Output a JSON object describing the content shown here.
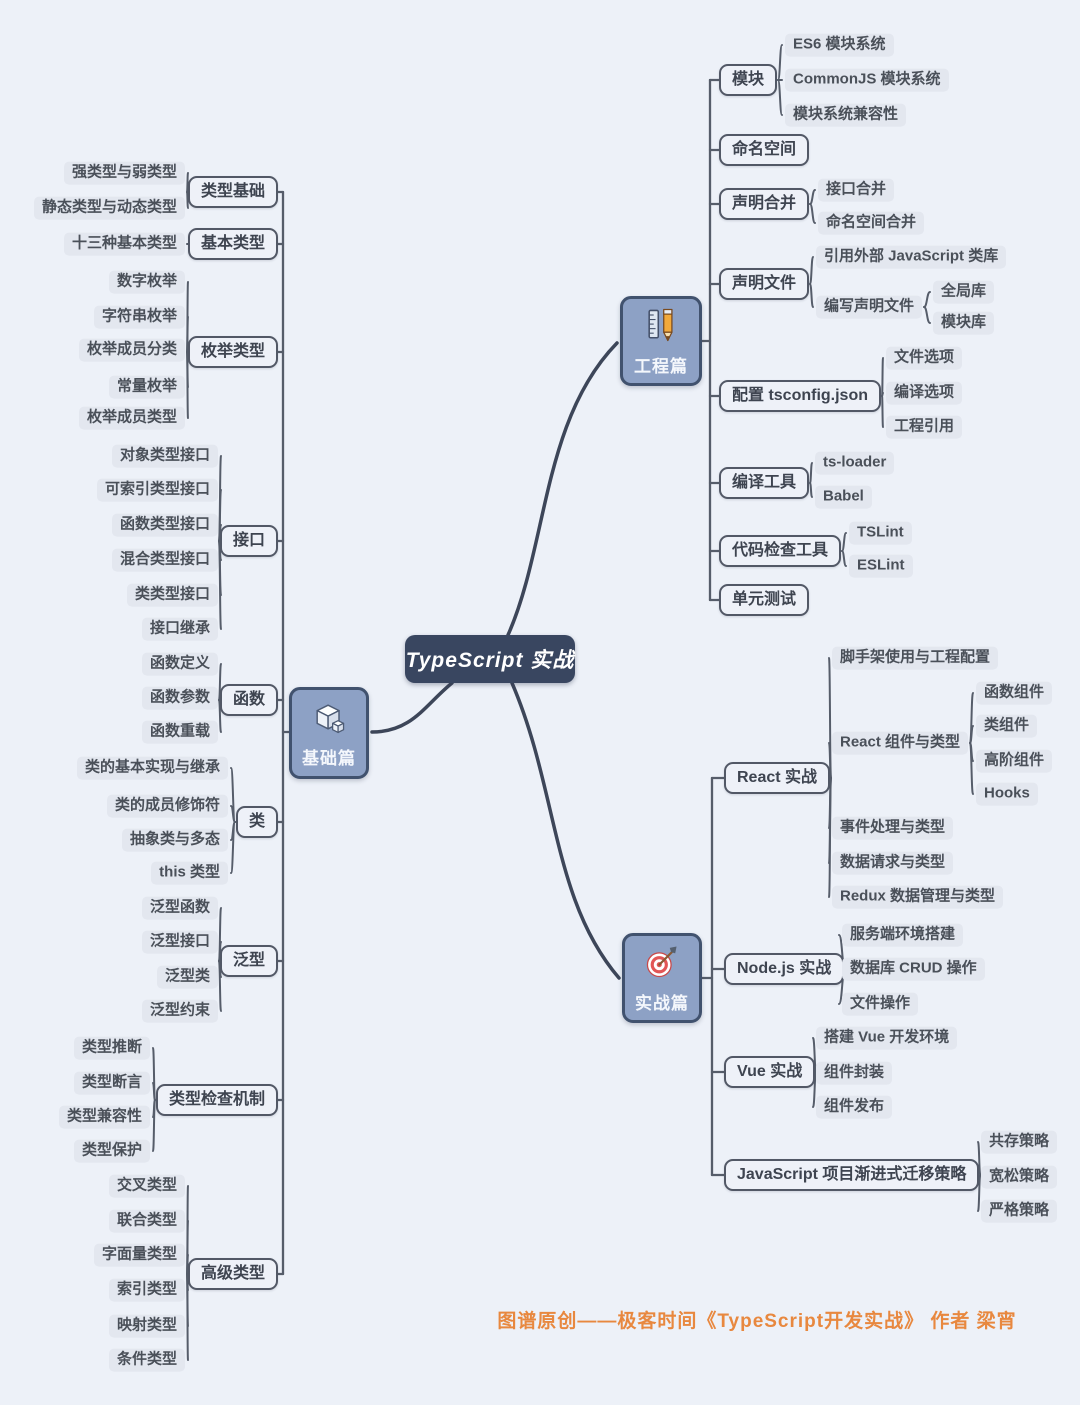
{
  "root": {
    "label": "TypeScript 实战"
  },
  "branches": [
    {
      "label": "基础篇",
      "icon": "package-icon",
      "categories": [
        {
          "label": "类型基础",
          "children": [
            {
              "label": "强类型与弱类型"
            },
            {
              "label": "静态类型与动态类型"
            }
          ]
        },
        {
          "label": "基本类型",
          "children": [
            {
              "label": "十三种基本类型"
            }
          ]
        },
        {
          "label": "枚举类型",
          "children": [
            {
              "label": "数字枚举"
            },
            {
              "label": "字符串枚举"
            },
            {
              "label": "枚举成员分类"
            },
            {
              "label": "常量枚举"
            },
            {
              "label": "枚举成员类型"
            }
          ]
        },
        {
          "label": "接口",
          "children": [
            {
              "label": "对象类型接口"
            },
            {
              "label": "可索引类型接口"
            },
            {
              "label": "函数类型接口"
            },
            {
              "label": "混合类型接口"
            },
            {
              "label": "类类型接口"
            },
            {
              "label": "接口继承"
            }
          ]
        },
        {
          "label": "函数",
          "children": [
            {
              "label": "函数定义"
            },
            {
              "label": "函数参数"
            },
            {
              "label": "函数重载"
            }
          ]
        },
        {
          "label": "类",
          "children": [
            {
              "label": "类的基本实现与继承"
            },
            {
              "label": "类的成员修饰符"
            },
            {
              "label": "抽象类与多态"
            },
            {
              "label": "this 类型"
            }
          ]
        },
        {
          "label": "泛型",
          "children": [
            {
              "label": "泛型函数"
            },
            {
              "label": "泛型接口"
            },
            {
              "label": "泛型类"
            },
            {
              "label": "泛型约束"
            }
          ]
        },
        {
          "label": "类型检查机制",
          "children": [
            {
              "label": "类型推断"
            },
            {
              "label": "类型断言"
            },
            {
              "label": "类型兼容性"
            },
            {
              "label": "类型保护"
            }
          ]
        },
        {
          "label": "高级类型",
          "children": [
            {
              "label": "交叉类型"
            },
            {
              "label": "联合类型"
            },
            {
              "label": "字面量类型"
            },
            {
              "label": "索引类型"
            },
            {
              "label": "映射类型"
            },
            {
              "label": "条件类型"
            }
          ]
        }
      ]
    },
    {
      "label": "工程篇",
      "icon": "ruler-pencil-icon",
      "categories": [
        {
          "label": "模块",
          "children": [
            {
              "label": "ES6 模块系统"
            },
            {
              "label": "CommonJS 模块系统"
            },
            {
              "label": "模块系统兼容性"
            }
          ]
        },
        {
          "label": "命名空间",
          "children": []
        },
        {
          "label": "声明合并",
          "children": [
            {
              "label": "接口合并"
            },
            {
              "label": "命名空间合并"
            }
          ]
        },
        {
          "label": "声明文件",
          "children": [
            {
              "label": "引用外部 JavaScript 类库"
            },
            {
              "label": "编写声明文件",
              "children": [
                {
                  "label": "全局库"
                },
                {
                  "label": "模块库"
                }
              ]
            }
          ]
        },
        {
          "label": "配置 tsconfig.json",
          "children": [
            {
              "label": "文件选项"
            },
            {
              "label": "编译选项"
            },
            {
              "label": "工程引用"
            }
          ]
        },
        {
          "label": "编译工具",
          "children": [
            {
              "label": "ts-loader"
            },
            {
              "label": "Babel"
            }
          ]
        },
        {
          "label": "代码检查工具",
          "children": [
            {
              "label": "TSLint"
            },
            {
              "label": "ESLint"
            }
          ]
        },
        {
          "label": "单元测试",
          "children": []
        }
      ]
    },
    {
      "label": "实战篇",
      "icon": "target-icon",
      "categories": [
        {
          "label": "React 实战",
          "children": [
            {
              "label": "脚手架使用与工程配置"
            },
            {
              "label": "React 组件与类型",
              "children": [
                {
                  "label": "函数组件"
                },
                {
                  "label": "类组件"
                },
                {
                  "label": "高阶组件"
                },
                {
                  "label": "Hooks"
                }
              ]
            },
            {
              "label": "事件处理与类型"
            },
            {
              "label": "数据请求与类型"
            },
            {
              "label": "Redux 数据管理与类型"
            }
          ]
        },
        {
          "label": "Node.js 实战",
          "children": [
            {
              "label": "服务端环境搭建"
            },
            {
              "label": "数据库 CRUD 操作"
            },
            {
              "label": "文件操作"
            }
          ]
        },
        {
          "label": "Vue 实战",
          "children": [
            {
              "label": "搭建 Vue 开发环境"
            },
            {
              "label": "组件封装"
            },
            {
              "label": "组件发布"
            }
          ]
        },
        {
          "label": "JavaScript 项目渐进式迁移策略",
          "children": [
            {
              "label": "共存策略"
            },
            {
              "label": "宽松策略"
            },
            {
              "label": "严格策略"
            }
          ]
        }
      ]
    }
  ],
  "footer": {
    "text": "图谱原创——极客时间《TypeScript开发实战》 作者 梁宵"
  },
  "colors": {
    "background": "#edf1f8",
    "center_node_fill": "#394660",
    "branch_node_fill": "#8da1c5",
    "branch_node_border": "#41526e",
    "connector_line": "#565d6a",
    "footer_text": "#e8883f"
  }
}
